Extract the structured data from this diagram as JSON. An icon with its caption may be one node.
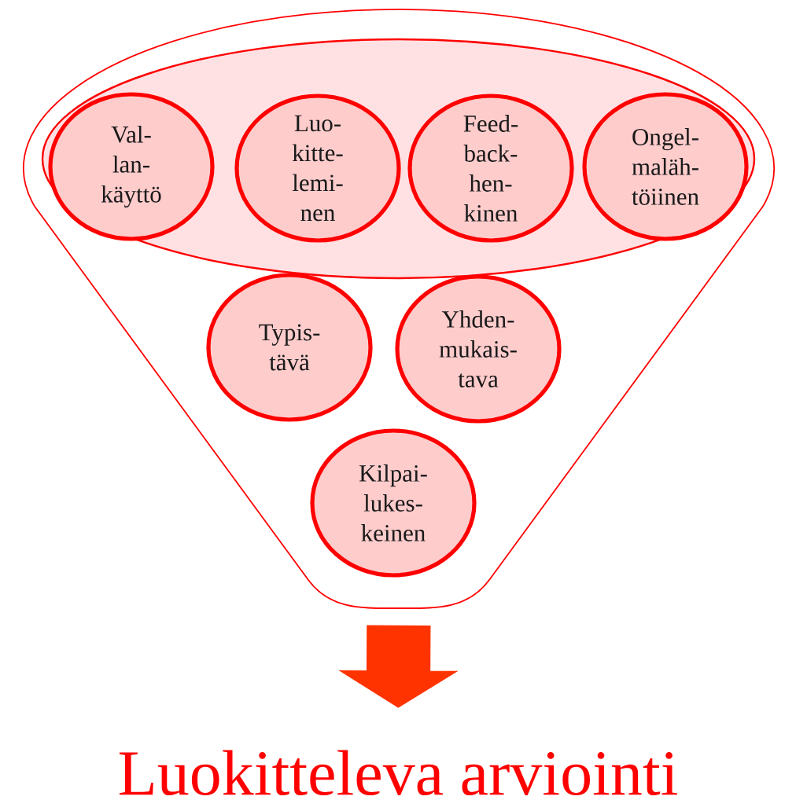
{
  "diagram": {
    "nodes": [
      {
        "text": [],
        "shape": "funnel"
      },
      {
        "text": [],
        "shape": "ellipse",
        "in": 0
      },
      {
        "text": [
          "Val- lan- käyttö"
        ],
        "in": 1
      },
      {
        "text": [
          "Luo- kitte- lemi- nen"
        ],
        "in": 1
      },
      {
        "text": [
          "Feed- back- hen- kinen"
        ],
        "in": 1
      },
      {
        "text": [
          "Ongel- maläh- töiinen"
        ],
        "in": 1
      },
      {
        "text": [
          "Typis- tävä"
        ],
        "in": 0
      },
      {
        "text": [
          "Yhden- mukais- tava"
        ],
        "in": 0
      },
      {
        "text": [
          "Kilpai- lukes- keinen"
        ],
        "in": 0
      },
      {
        "text": [
          "Luokitteleva arviointi"
        ]
      }
    ],
    "edges": [
      {
        "from": 0,
        "to": 9,
        "arrow": "to",
        "style": "thick"
      }
    ]
  }
}
